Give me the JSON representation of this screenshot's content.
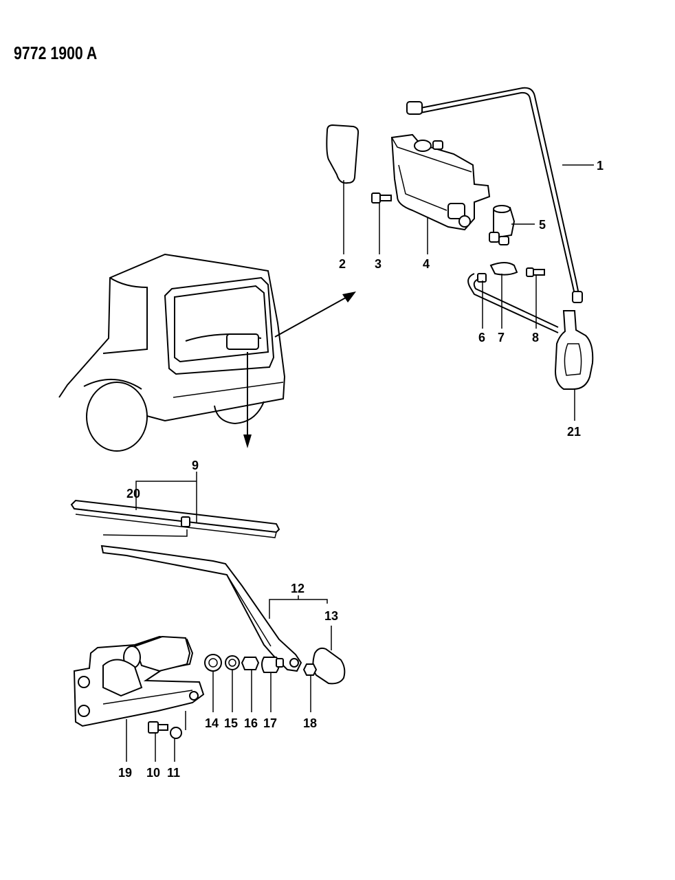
{
  "diagram": {
    "code": "9772 1900 A",
    "callouts": [
      {
        "id": "1",
        "label": "1"
      },
      {
        "id": "2",
        "label": "2"
      },
      {
        "id": "3",
        "label": "3"
      },
      {
        "id": "4",
        "label": "4"
      },
      {
        "id": "5",
        "label": "5"
      },
      {
        "id": "6",
        "label": "6"
      },
      {
        "id": "7",
        "label": "7"
      },
      {
        "id": "8",
        "label": "8"
      },
      {
        "id": "9",
        "label": "9"
      },
      {
        "id": "10",
        "label": "10"
      },
      {
        "id": "11",
        "label": "11"
      },
      {
        "id": "12",
        "label": "12"
      },
      {
        "id": "13",
        "label": "13"
      },
      {
        "id": "14",
        "label": "14"
      },
      {
        "id": "15",
        "label": "15"
      },
      {
        "id": "16",
        "label": "16"
      },
      {
        "id": "17",
        "label": "17"
      },
      {
        "id": "18",
        "label": "18"
      },
      {
        "id": "19",
        "label": "19"
      },
      {
        "id": "20",
        "label": "20"
      },
      {
        "id": "21",
        "label": "21"
      }
    ]
  }
}
